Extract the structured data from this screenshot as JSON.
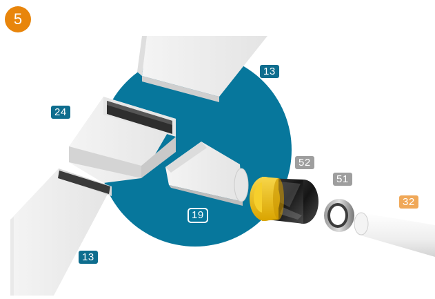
{
  "step": {
    "number": "5"
  },
  "labels": {
    "duct_top": "13",
    "bend": "24",
    "adapter": "19",
    "silencer": "52",
    "connector": "51",
    "pipe": "32",
    "duct_bottom": "13"
  },
  "colors": {
    "step_badge": "#e8850b",
    "circle": "#07779c",
    "tag_blue": "#0e6d8e",
    "tag_gray": "#9e9e9e",
    "tag_orange": "#f0a858",
    "silencer_yellow": "#f3c21a"
  }
}
